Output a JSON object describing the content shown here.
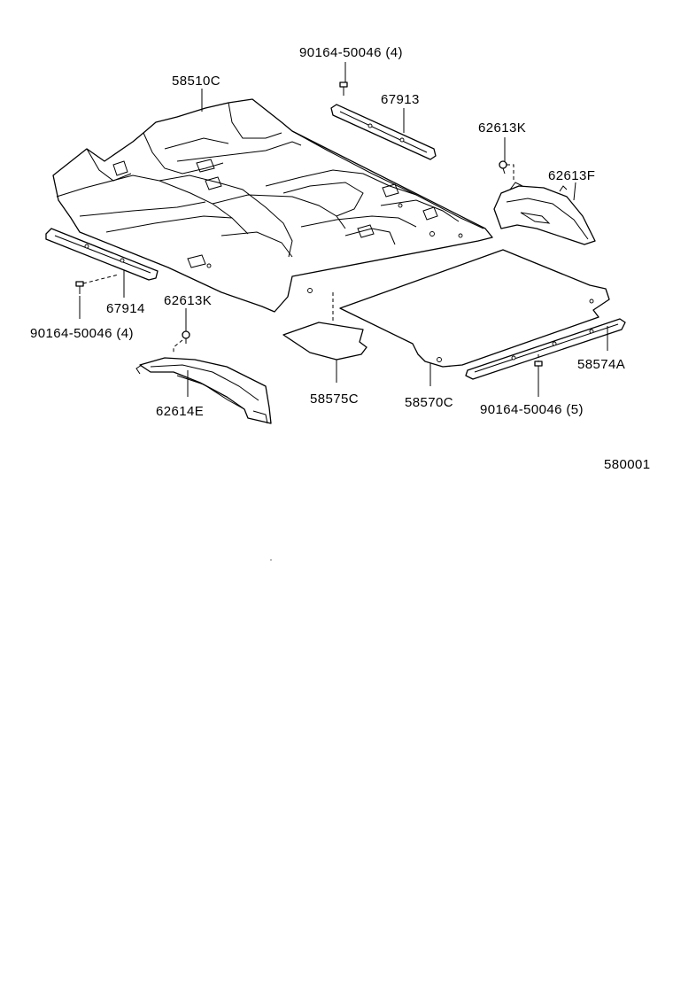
{
  "labels": {
    "bolt_top": "90164-50046 (4)",
    "carpet_front": "58510C",
    "rail_right": "67913",
    "clip_right": "62613K",
    "wheelhouse_right": "62613F",
    "rail_left": "67914",
    "bolt_left": "90164-50046 (4)",
    "clip_left": "62613K",
    "wheelhouse_left": "62614E",
    "mat_small": "58575C",
    "mat_rear": "58570C",
    "rail_rear": "58574A",
    "bolt_rear": "90164-50046 (5)",
    "figure_number": "580001"
  }
}
